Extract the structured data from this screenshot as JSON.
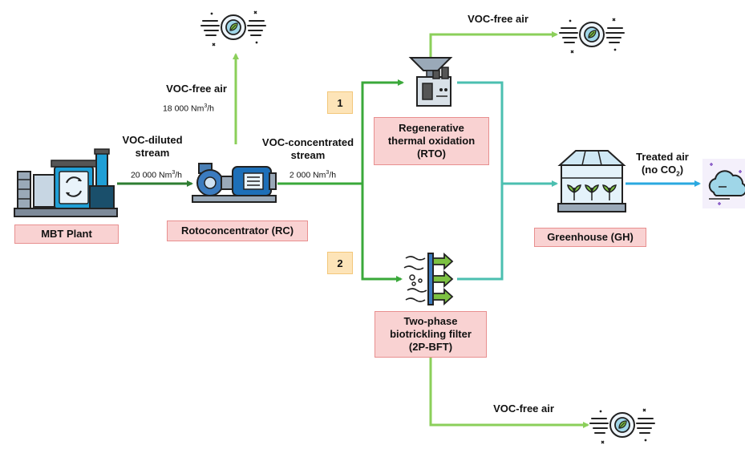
{
  "nodes": {
    "mbt": "MBT Plant",
    "rc": "Rotoconcentrator (RC)",
    "rto": [
      "Regenerative",
      "thermal oxidation",
      "(RTO)"
    ],
    "bft": [
      "Two-phase",
      "biotrickling filter",
      "(2P-BFT)"
    ],
    "gh": "Greenhouse (GH)"
  },
  "flows": {
    "diluted": [
      "VOC-diluted",
      "stream"
    ],
    "diluted_rate": {
      "prefix": "20 000 Nm",
      "sup": "3",
      "suffix": "/h"
    },
    "free_rc": "VOC-free air",
    "free_rc_rate": {
      "prefix": "18 000 Nm",
      "sup": "3",
      "suffix": "/h"
    },
    "concentrated": [
      "VOC-concentrated",
      "stream"
    ],
    "concentrated_rate": {
      "prefix": "2 000 Nm",
      "sup": "3",
      "suffix": "/h"
    },
    "free_rto": "VOC-free air",
    "free_bft": "VOC-free air",
    "treated": "Treated air",
    "treated_note": {
      "prefix": "(no CO",
      "sub": "2",
      "suffix": ")"
    }
  },
  "options": {
    "one": "1",
    "two": "2"
  },
  "colors": {
    "dark_green": "#2e7d32",
    "bright_green": "#3aa83a",
    "light_green": "#8bcf5a",
    "teal": "#4bbfb0",
    "blue": "#2aa8e0",
    "node_fill": "#f9d2d2",
    "node_border": "#e88f8f",
    "badge_fill": "#fde4b8"
  }
}
